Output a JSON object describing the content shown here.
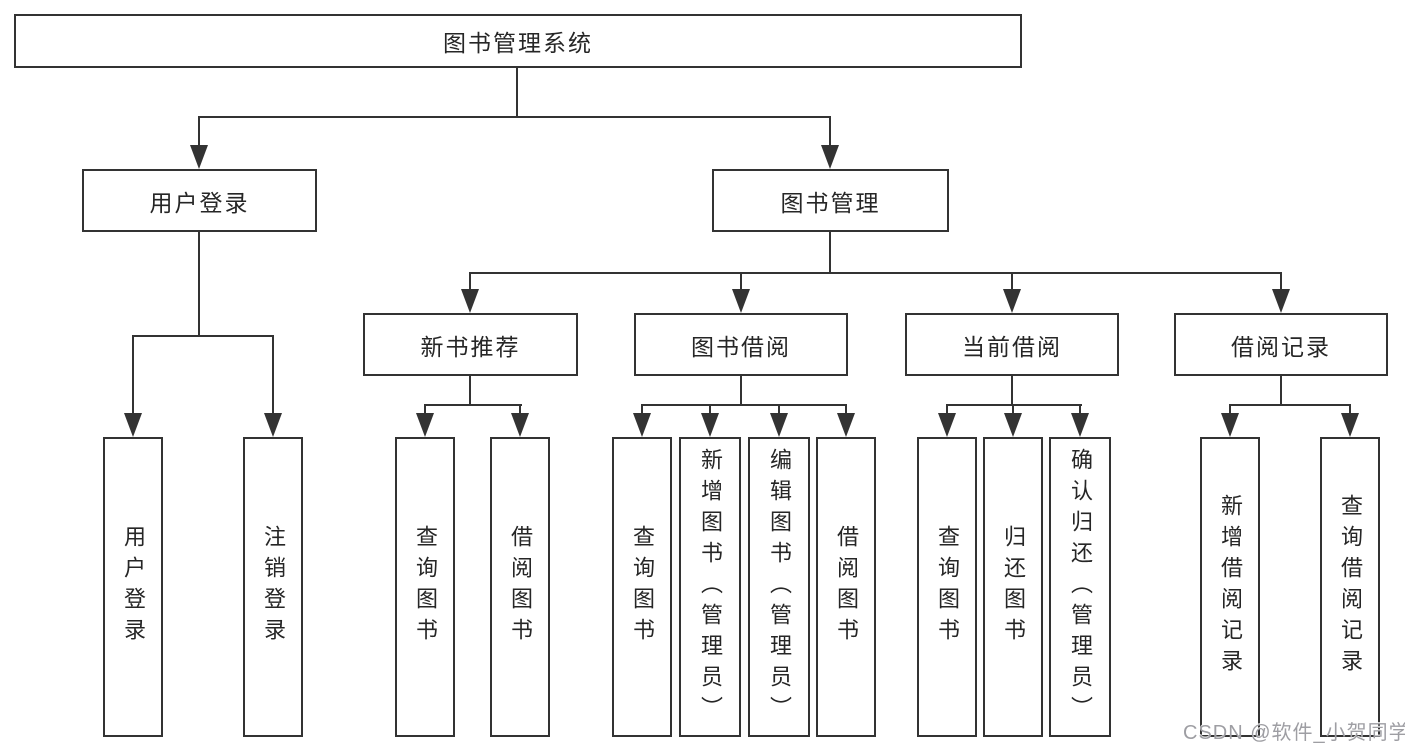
{
  "root": {
    "label": "图书管理系统"
  },
  "branches": [
    {
      "id": "user-login",
      "label": "用户登录",
      "children": [
        "用户登录",
        "注销登录"
      ]
    },
    {
      "id": "book-management",
      "label": "图书管理",
      "sections": [
        {
          "id": "new-book-recommend",
          "label": "新书推荐",
          "children": [
            "查询图书",
            "借阅图书"
          ]
        },
        {
          "id": "book-borrow",
          "label": "图书借阅",
          "children": [
            "查询图书",
            "新增图书（管理员）",
            "编辑图书（管理员）",
            "借阅图书"
          ]
        },
        {
          "id": "current-borrow",
          "label": "当前借阅",
          "children": [
            "查询图书",
            "归还图书",
            "确认归还（管理员）"
          ]
        },
        {
          "id": "borrow-records",
          "label": "借阅记录",
          "children": [
            "新增借阅记录",
            "查询借阅记录"
          ]
        }
      ]
    }
  ],
  "watermark": "CSDN @软件_小贺同学",
  "colors": {
    "line": "#333333",
    "text": "#262626",
    "background": "#ffffff",
    "watermark": "#9e9ea3"
  }
}
